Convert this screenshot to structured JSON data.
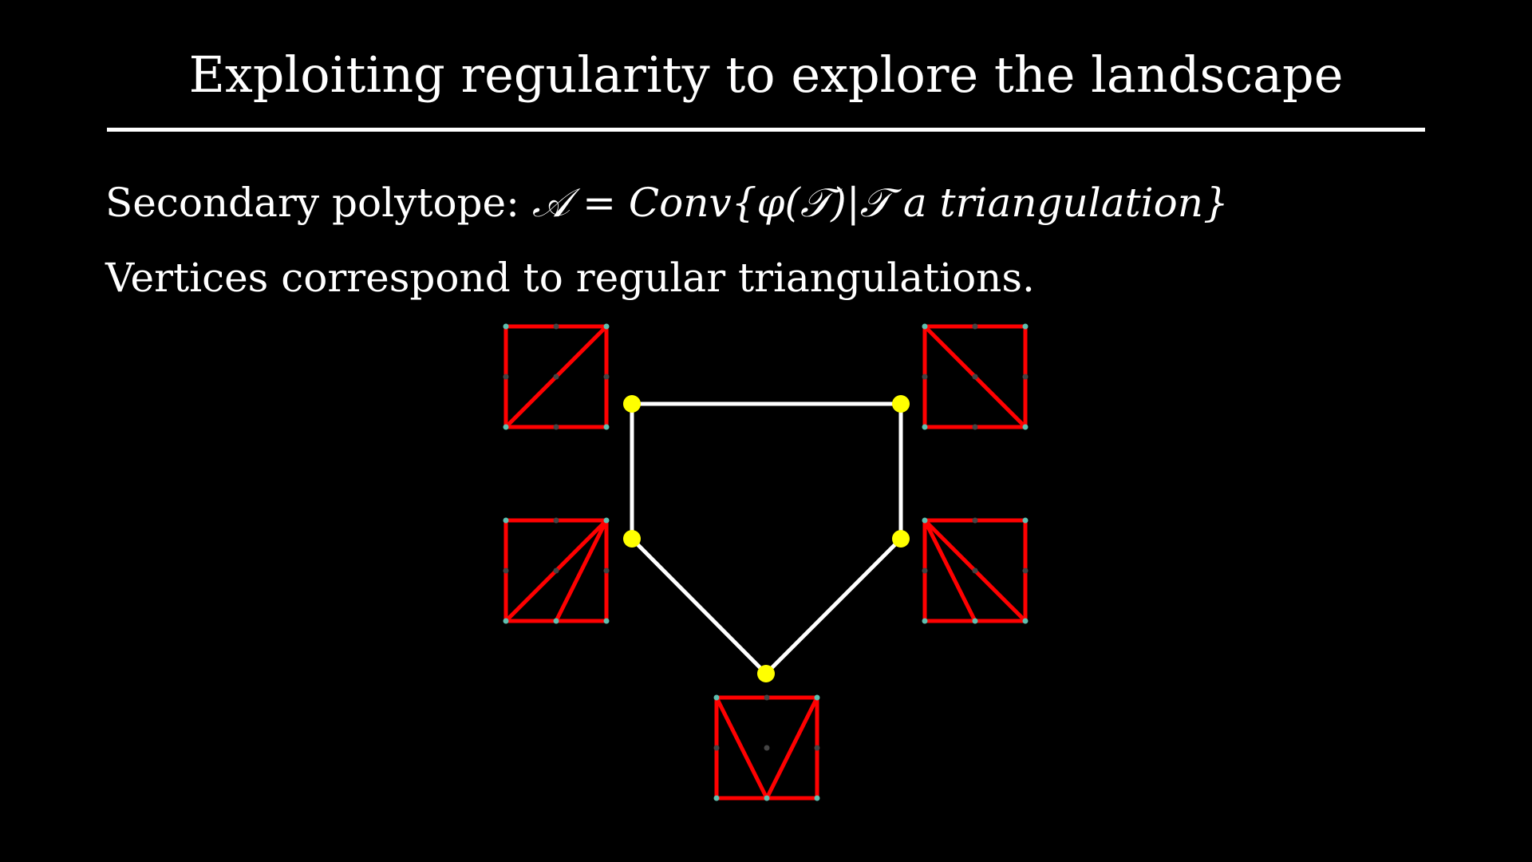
{
  "slide": {
    "title": "Exploiting regularity to explore the landscape",
    "line1_prefix": "Secondary polytope: ",
    "line1_math": "𝒜 = Conv{φ(𝒯)|𝒯 a triangulation}",
    "line2": "Vertices correspond to regular triangulations."
  },
  "colors": {
    "background": "#000000",
    "text": "#ffffff",
    "polytope_edge": "#ffffff",
    "vertex": "#ffff00",
    "triangulation_edge": "#ff0000",
    "lattice_point_corner": "#5fbfb0",
    "lattice_point_interior": "#444444"
  },
  "diagram": {
    "polytope_vertices": [
      "top-left",
      "top-right",
      "right",
      "bottom",
      "left"
    ],
    "triangulations": [
      {
        "name": "triangulation-top-left",
        "edges": [
          [
            "bl",
            "tr"
          ]
        ]
      },
      {
        "name": "triangulation-top-right",
        "edges": [
          [
            "tl",
            "br"
          ]
        ]
      },
      {
        "name": "triangulation-middle-left",
        "edges": [
          [
            "bl",
            "tr"
          ],
          [
            "bm",
            "tr"
          ]
        ]
      },
      {
        "name": "triangulation-middle-right",
        "edges": [
          [
            "tl",
            "br"
          ],
          [
            "tl",
            "bm"
          ]
        ]
      },
      {
        "name": "triangulation-bottom",
        "edges": [
          [
            "tl",
            "bm"
          ],
          [
            "tr",
            "bm"
          ]
        ]
      }
    ]
  }
}
